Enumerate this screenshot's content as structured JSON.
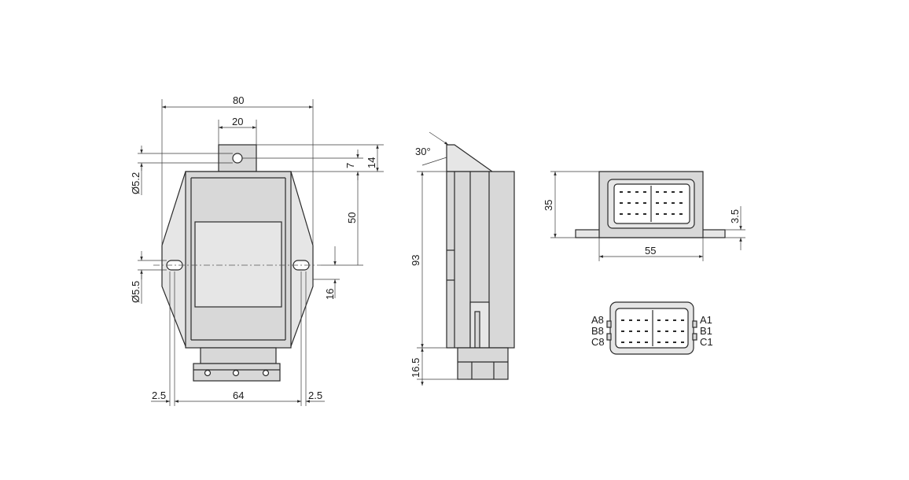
{
  "front_view": {
    "overall_width": "80",
    "tab_width": "20",
    "hole_diameter_top": "Ø5.2",
    "tab_height": "14",
    "tab_to_body": "7",
    "hole_to_centerline": "50",
    "side_hole_diameter": "Ø5.5",
    "centerline_to_bottom": "16",
    "edge_offset_left": "2.5",
    "hole_spacing": "64",
    "edge_offset_right": "2.5"
  },
  "side_view": {
    "angle": "30°",
    "height": "93",
    "connector_height": "16.5"
  },
  "bottom_view": {
    "height": "35",
    "flange_thickness": "3.5",
    "width": "55"
  },
  "pinout": {
    "left_labels": [
      "A8",
      "B8",
      "C8"
    ],
    "right_labels": [
      "A1",
      "B1",
      "C1"
    ]
  }
}
